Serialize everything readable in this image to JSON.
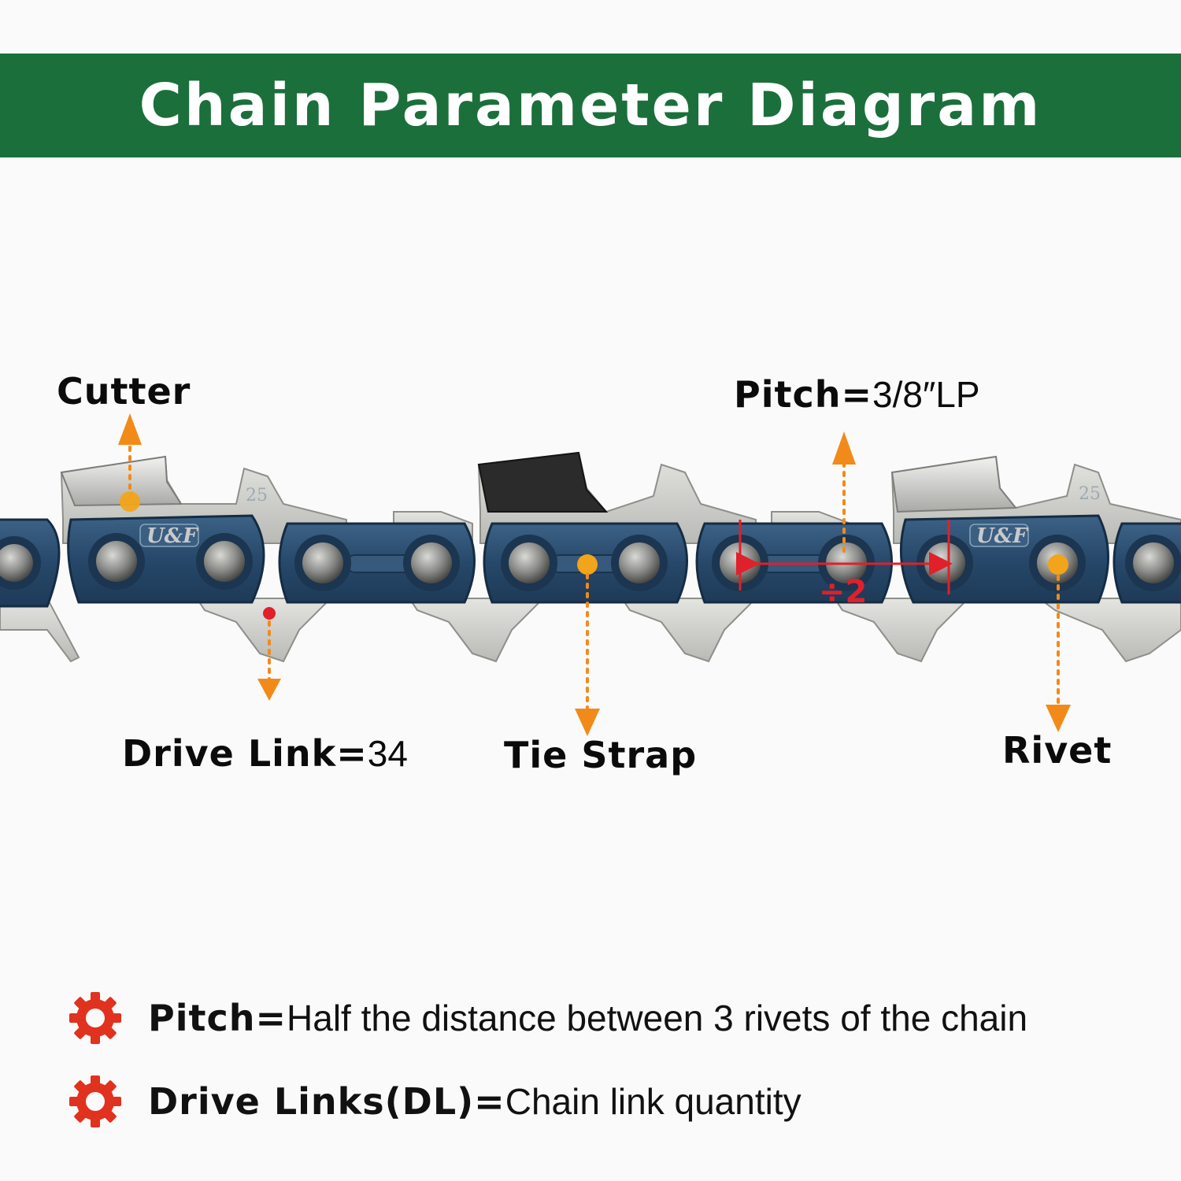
{
  "banner": {
    "title": "Chain Parameter Diagram"
  },
  "labels": {
    "cutter": {
      "term": "Cutter"
    },
    "pitch": {
      "term": "Pitch=",
      "value": "3/8″LP"
    },
    "drive_link": {
      "term": "Drive Link=",
      "value": "34"
    },
    "tie_strap": {
      "term": "Tie Strap"
    },
    "rivet": {
      "term": "Rivet"
    },
    "divide_mark": "÷2"
  },
  "chain": {
    "brand_mark": "U&F",
    "gauge_mark": "25"
  },
  "notes": [
    {
      "term": "Pitch=",
      "text": "Half the distance between 3 rivets of the chain"
    },
    {
      "term": "Drive Links(DL)=",
      "text": "Chain link quantity"
    }
  ],
  "colors": {
    "banner": "#1b6f3b",
    "arrow": "#f28a1a",
    "measure": "#e0202a",
    "gear": "#e0321e",
    "chain_blue": "#2c4f6e",
    "chain_steel": "#cfd0cc"
  }
}
